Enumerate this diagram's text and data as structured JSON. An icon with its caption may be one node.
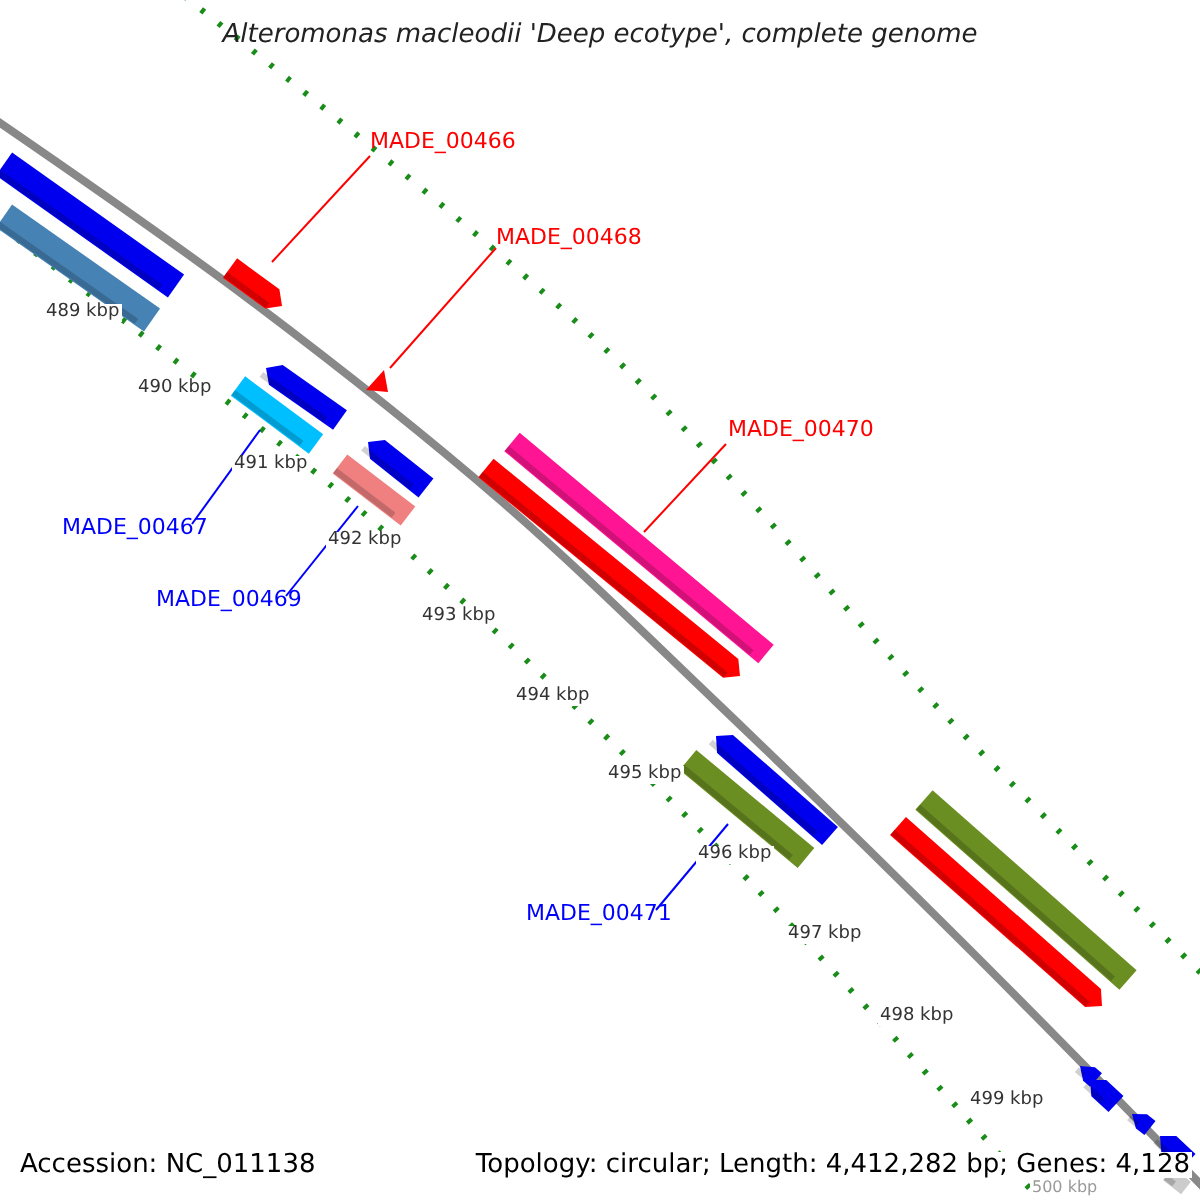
{
  "diagram": {
    "title": "Alteromonas macleodii 'Deep ecotype', complete genome",
    "nodes": [
      {
        "text": [
          "MADE_00466"
        ]
      },
      {
        "text": [
          "MADE_00468"
        ]
      },
      {
        "text": [
          "MADE_00470"
        ]
      },
      {
        "text": [
          "MADE_00467"
        ]
      },
      {
        "text": [
          "MADE_00469"
        ]
      },
      {
        "text": [
          "MADE_00471"
        ]
      },
      {
        "text": [],
        "shape": "bar"
      },
      {
        "text": [],
        "shape": "bar"
      },
      {
        "text": [],
        "shape": "bar"
      },
      {
        "text": [],
        "shape": "bar"
      },
      {
        "text": [],
        "shape": "bar"
      },
      {
        "text": [],
        "shape": "bar"
      }
    ],
    "edges": [
      {
        "from": 0,
        "to": 6,
        "arrow": "none",
        "color": "#ff0000"
      },
      {
        "from": 1,
        "to": 7,
        "arrow": "none",
        "color": "#ff0000"
      },
      {
        "from": 2,
        "to": 8,
        "arrow": "none",
        "color": "#ff0000"
      },
      {
        "from": 3,
        "to": 9,
        "arrow": "none",
        "color": "#0000ff"
      },
      {
        "from": 4,
        "to": 10,
        "arrow": "none",
        "color": "#0000ff"
      },
      {
        "from": 5,
        "to": 11,
        "arrow": "none",
        "color": "#0000ff"
      }
    ],
    "labels": [
      "489 kbp",
      "490 kbp",
      "491 kbp",
      "492 kbp",
      "493 kbp",
      "494 kbp",
      "495 kbp",
      "496 kbp",
      "497 kbp",
      "498 kbp",
      "499 kbp",
      "500 kbp",
      "Accession: NC_011138",
      "Topology: circular; Length: 4,412,282 bp; Genes: 4,128"
    ]
  }
}
